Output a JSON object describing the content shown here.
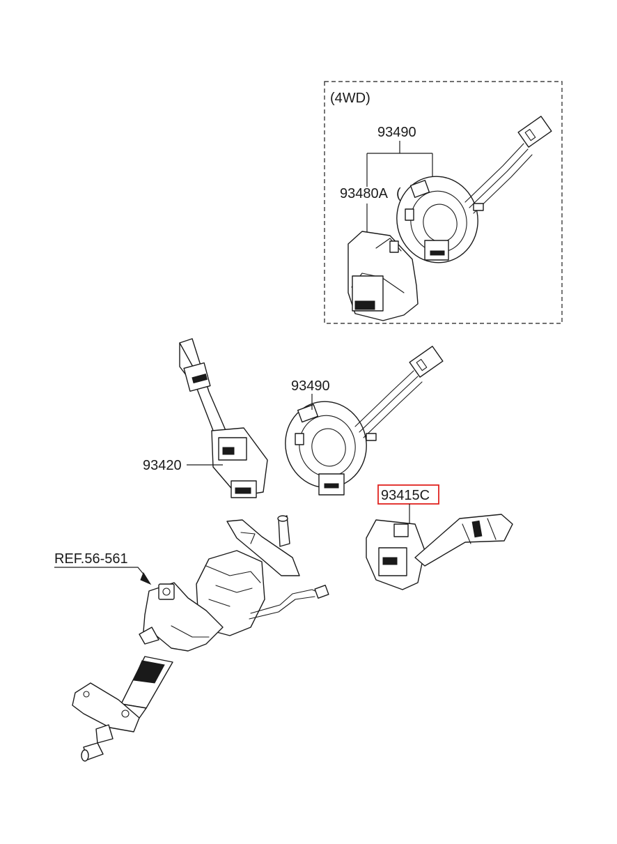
{
  "inset": {
    "title": "(4WD)"
  },
  "labels": {
    "inset_assembly": "93490",
    "inset_sub": "93480A",
    "clock_spring": "93490",
    "left_switch": "93420",
    "right_switch": "93415C",
    "column_ref": "REF.56-561"
  },
  "highlight_color": "#e0221f",
  "line_color": "#1a1a1a"
}
